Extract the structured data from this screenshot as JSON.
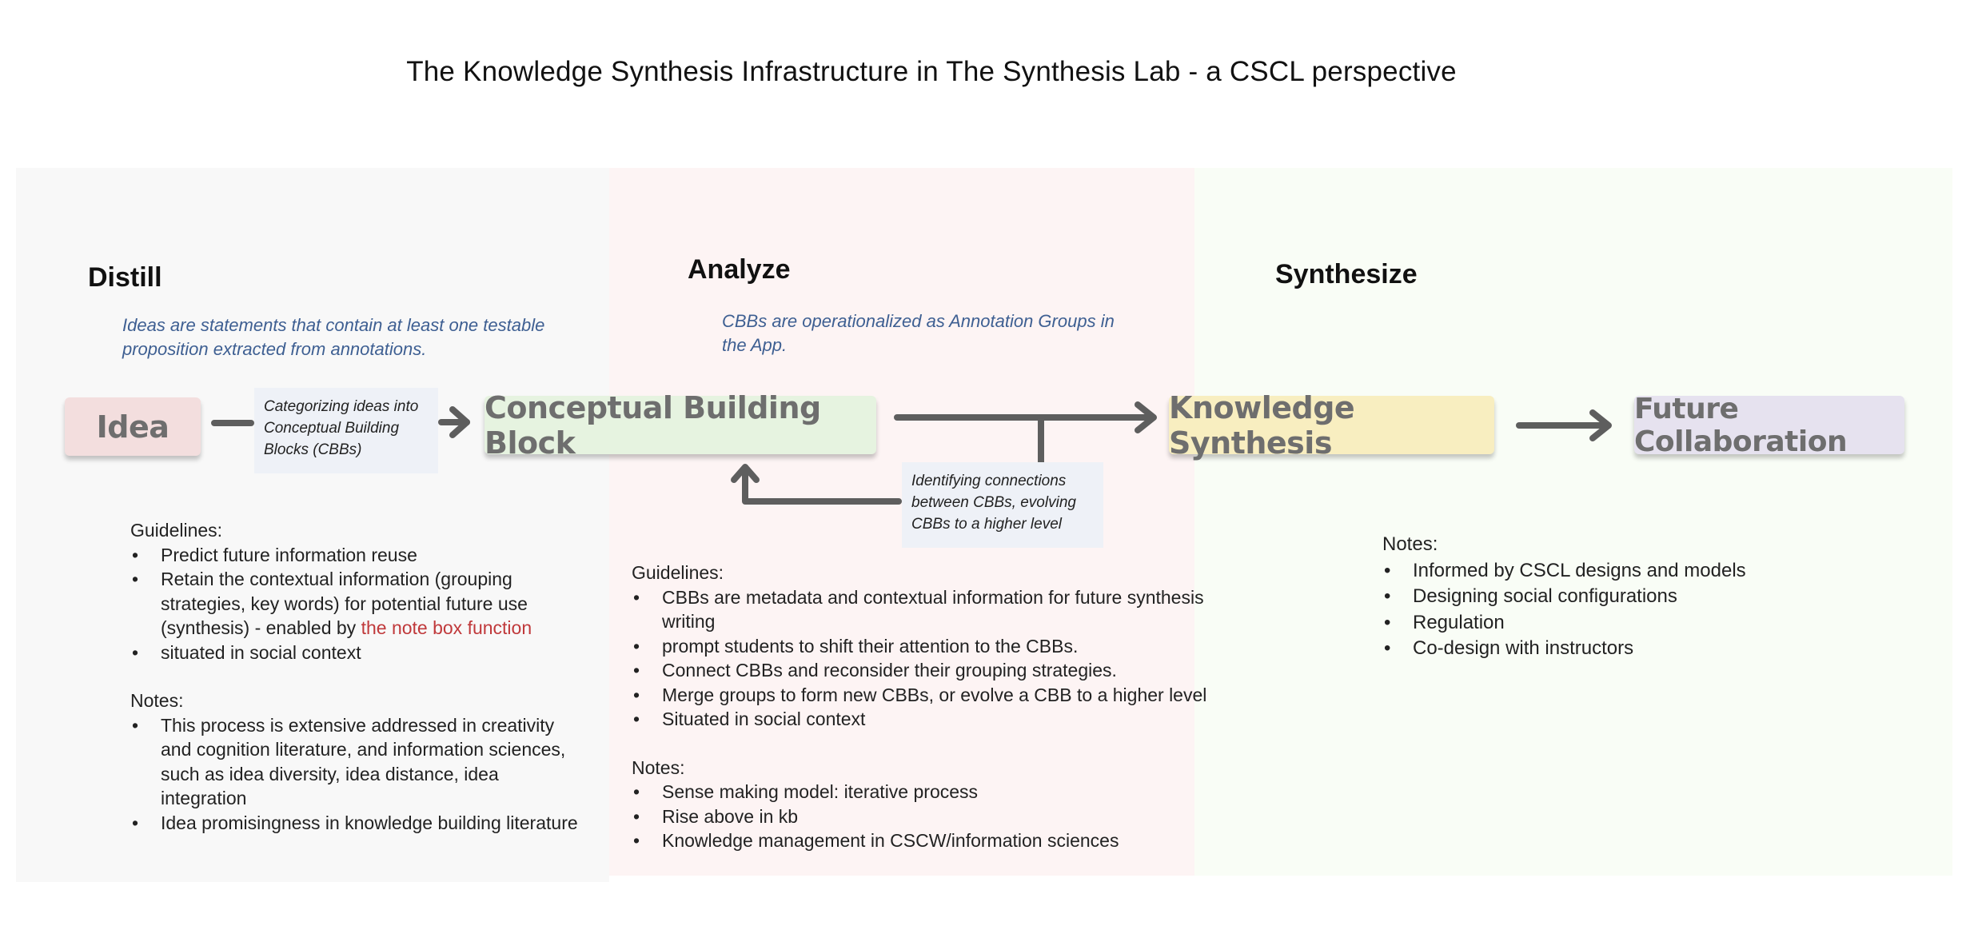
{
  "title": "The Knowledge Synthesis Infrastructure in The Synthesis Lab - a CSCL perspective",
  "colors": {
    "arrow": "#5e5e5e",
    "description_text": "#3e5f92",
    "link_text": "#c0393b",
    "idea_node": "#f3dede",
    "cbb_node": "#e6f3e0",
    "knowledge_synthesis_node": "#f8eec0",
    "future_collaboration_node": "#e6e2ef",
    "distill_panel": "#f8f8f8",
    "analyze_panel": "#fdf4f4",
    "synthesize_panel": "#f9fdf6"
  },
  "sections": {
    "distill": {
      "heading": "Distill",
      "description": "Ideas are statements that contain at least one testable proposition extracted from annotations.",
      "guidelines_label": "Guidelines:",
      "guidelines": [
        "Predict future information reuse",
        "situated in social context"
      ],
      "guideline_2_text": "Retain the contextual information (grouping strategies, key words) for potential future use (synthesis) - enabled by ",
      "guideline_2_link": "the note box function",
      "notes_label": "Notes:",
      "notes": [
        "This process is extensive addressed in creativity and cognition literature, and information sciences, such as idea diversity, idea distance, idea integration",
        "Idea promisingness in knowledge building literature"
      ]
    },
    "analyze": {
      "heading": "Analyze",
      "description": "CBBs are operationalized as Annotation Groups in the App.",
      "guidelines_label": "Guidelines:",
      "guidelines": [
        "CBBs are metadata and contextual information for future synthesis writing",
        "prompt students to shift their attention to the CBBs.",
        "Connect CBBs and reconsider their grouping strategies.",
        "Merge groups to form new CBBs, or evolve a CBB to a higher level",
        "Situated in social context"
      ],
      "notes_label": "Notes:",
      "notes": [
        "Sense making model: iterative process",
        "Rise above in kb",
        "Knowledge management in CSCW/information sciences"
      ]
    },
    "synthesize": {
      "heading": "Synthesize",
      "notes_label": "Notes:",
      "notes": [
        "Informed by CSCL designs and models",
        "Designing social configurations",
        "Regulation",
        "Co-design with instructors"
      ]
    }
  },
  "nodes": {
    "idea": "Idea",
    "cbb": "Conceptual Building Block",
    "knowledge_synthesis": "Knowledge Synthesis",
    "future_collaboration": "Future Collaboration"
  },
  "captions": {
    "categorizing": "Categorizing ideas into Conceptual Building Blocks (CBBs)",
    "identifying": "Identifying connections between CBBs, evolving CBBs to a higher level"
  }
}
